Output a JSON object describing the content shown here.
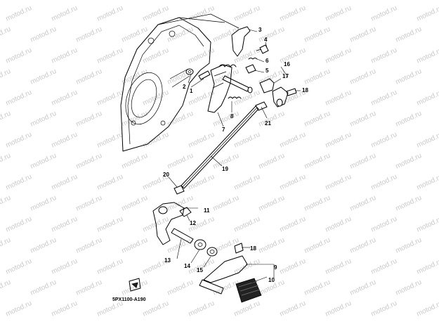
{
  "watermark": "motod.ru",
  "diagram_code": "5PX1100-A190",
  "callouts": [
    {
      "id": "1",
      "label": "1"
    },
    {
      "id": "2",
      "label": "2"
    },
    {
      "id": "3",
      "label": "3"
    },
    {
      "id": "4",
      "label": "4"
    },
    {
      "id": "5",
      "label": "5"
    },
    {
      "id": "6",
      "label": "6"
    },
    {
      "id": "7",
      "label": "7"
    },
    {
      "id": "8",
      "label": "8"
    },
    {
      "id": "9",
      "label": "9"
    },
    {
      "id": "10",
      "label": "10"
    },
    {
      "id": "11",
      "label": "11"
    },
    {
      "id": "12",
      "label": "12"
    },
    {
      "id": "13",
      "label": "13"
    },
    {
      "id": "14",
      "label": "14"
    },
    {
      "id": "15",
      "label": "15"
    },
    {
      "id": "16",
      "label": "16"
    },
    {
      "id": "17",
      "label": "17"
    },
    {
      "id": "18a",
      "label": "18"
    },
    {
      "id": "18b",
      "label": "18"
    },
    {
      "id": "19",
      "label": "19"
    },
    {
      "id": "20",
      "label": "20"
    },
    {
      "id": "21",
      "label": "21"
    }
  ]
}
